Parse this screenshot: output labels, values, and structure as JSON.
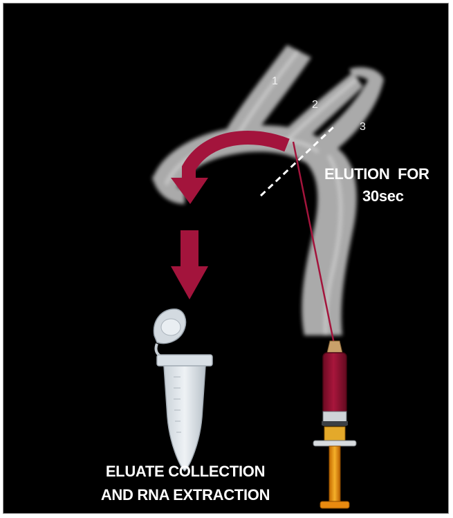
{
  "labels": {
    "vessel_1": "1",
    "vessel_2": "2",
    "vessel_3": "3",
    "elution_line1": "ELUTION  FOR",
    "elution_line2": "30sec",
    "collection_line1": "ELUATE COLLECTION",
    "collection_line2": "AND RNA EXTRACTION"
  },
  "colors": {
    "background": "#000000",
    "arrow": "#a3143c",
    "tissue": "#bdbdbd",
    "syringe_blood": "#8e1030",
    "plunger": "#e89a10",
    "tube": "#d6dde4"
  },
  "icons": [
    "curved-arrow-icon",
    "down-arrow-icon",
    "microtube-icon",
    "syringe-icon",
    "cut-line"
  ]
}
